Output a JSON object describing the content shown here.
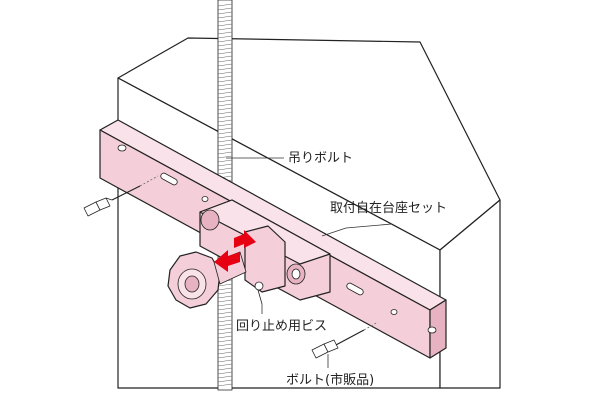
{
  "labels": {
    "hanging_bolt": "吊りボルト",
    "mount_set": "取付自在台座セット",
    "anti_rotation_screw": "回り止め用ビス",
    "bolt_commercial": "ボルト(市販品)"
  },
  "colors": {
    "bracket_fill": "#f4cfd9",
    "bracket_side": "#e7b2c1",
    "bracket_top": "#f9e2e9",
    "arrow": "#e60012",
    "wall_outline": "#222222",
    "background": "#ffffff"
  },
  "icons": {
    "motion_arrows": "double-red-arrow"
  }
}
